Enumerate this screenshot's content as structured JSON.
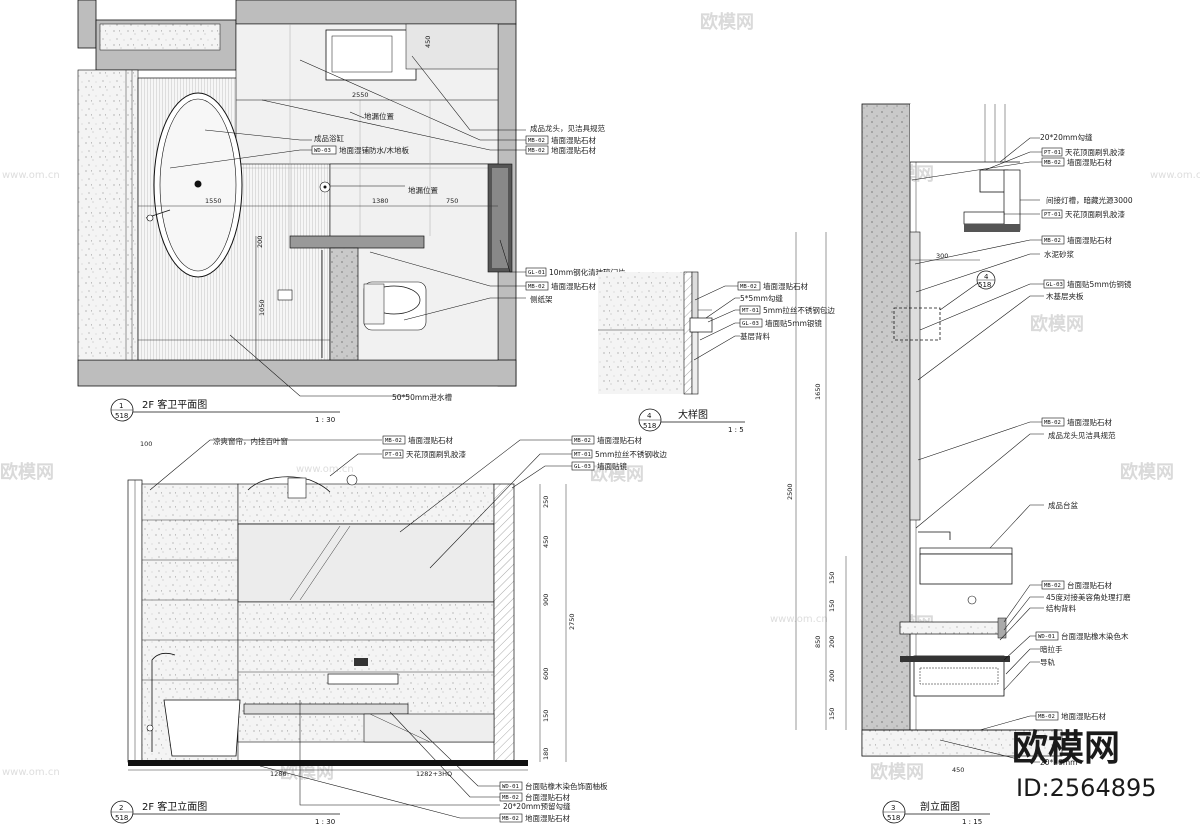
{
  "watermark": {
    "brand": "欧模网",
    "url": "www.om.cn",
    "brand_large": "欧模网",
    "id_label": "ID:2564895"
  },
  "plan": {
    "title": "2F 客卫平面图",
    "scale": "1 : 30",
    "number": "1",
    "sheet": "518",
    "dims": {
      "d1": "2550",
      "d2": "1550",
      "d3": "1380",
      "d4": "750",
      "d5": "200",
      "d6": "1050",
      "d7": "450"
    },
    "notes": [
      {
        "text": "成品龙头，见洁具规范",
        "code": ""
      },
      {
        "text": "墙面湿贴石材",
        "code": "MB-02"
      },
      {
        "text": "地面湿贴石材",
        "code": "MB-02"
      },
      {
        "text": "地漏位置",
        "code": ""
      },
      {
        "text": "成品浴缸",
        "code": ""
      },
      {
        "text": "地面湿铺防水/木地板",
        "code": "WD-03"
      },
      {
        "text": "地漏位置",
        "code": ""
      },
      {
        "text": "10mm钢化清玻璃门片",
        "code": "GL-01"
      },
      {
        "text": "墙面湿贴石材",
        "code": "MB-02"
      },
      {
        "text": "侧纸架",
        "code": ""
      },
      {
        "text": "50*50mm泄水槽",
        "code": ""
      }
    ]
  },
  "elevation": {
    "title": "2F 客卫立面图",
    "scale": "1 : 30",
    "number": "2",
    "sheet": "518",
    "dims": {
      "d1": "100",
      "d2": "250",
      "d3": "450",
      "d4": "900",
      "d5": "600",
      "d6": "2750",
      "d7": "150",
      "d8": "180",
      "b1": "1286",
      "b2": "1282+3HQ"
    },
    "notes": [
      {
        "text": "凉爽窗帘，内挂百叶窗",
        "code": ""
      },
      {
        "text": "墙面湿贴石材",
        "code": "MB-02"
      },
      {
        "text": "天花顶面刷乳胶漆",
        "code": "PT-01"
      },
      {
        "text": "墙面湿贴石材",
        "code": "MB-02"
      },
      {
        "text": "5mm拉丝不锈钢收边",
        "code": "MT-01"
      },
      {
        "text": "墙面贴镜",
        "code": "GL-03"
      }
    ],
    "bottom_notes": [
      {
        "text": "台面贴橡木染色饰面柚板",
        "code": "WD-01"
      },
      {
        "text": "台面湿贴石材",
        "code": "MB-02"
      },
      {
        "text": "20*20mm预留勾缝",
        "code": ""
      },
      {
        "text": "地面湿贴石材",
        "code": "MB-02"
      }
    ]
  },
  "detail": {
    "title": "大样图",
    "scale": "1 : 5",
    "number": "4",
    "sheet": "518",
    "notes": [
      {
        "text": "墙面湿贴石材",
        "code": "MB-02"
      },
      {
        "text": "5*5mm勾缝",
        "code": ""
      },
      {
        "text": "5mm拉丝不锈钢包边",
        "code": "MT-01"
      },
      {
        "text": "墙面贴5mm银镜",
        "code": "GL-03"
      },
      {
        "text": "基层背料",
        "code": ""
      }
    ]
  },
  "section": {
    "title": "剖立面图",
    "scale": "1 : 15",
    "number": "3",
    "sheet": "518",
    "dims": {
      "d1": "300",
      "d2": "1650",
      "d3": "2500",
      "d4": "150",
      "d5": "150",
      "d6": "850",
      "d7": "200",
      "d8": "200",
      "d9": "150",
      "d10": "450"
    },
    "callout": {
      "number": "4",
      "sheet": "518"
    },
    "notes": [
      {
        "text": "20*20mm勾缝",
        "code": ""
      },
      {
        "text": "天花顶面刷乳胶漆",
        "code": "PT-01"
      },
      {
        "text": "墙面湿贴石材",
        "code": "MB-02"
      },
      {
        "text": "间接灯槽，暗藏光源3000",
        "code": ""
      },
      {
        "text": "天花顶面刷乳胶漆",
        "code": "PT-01"
      },
      {
        "text": "墙面湿贴石材",
        "code": "MB-02"
      },
      {
        "text": "水泥砂浆",
        "code": ""
      },
      {
        "text": "墙面贴5mm仿铜镜",
        "code": "GL-03"
      },
      {
        "text": "木基层夹板",
        "code": ""
      },
      {
        "text": "墙面湿贴石材",
        "code": "MB-02"
      },
      {
        "text": "成品龙头见洁具规范",
        "code": ""
      },
      {
        "text": "成品台盆",
        "code": ""
      },
      {
        "text": "台面湿贴石材",
        "code": "MB-02"
      },
      {
        "text": "45度对接美容角处理打磨",
        "code": ""
      },
      {
        "text": "结构背料",
        "code": ""
      },
      {
        "text": "台面湿贴橡木染色木",
        "code": "WD-01"
      },
      {
        "text": "暗拉手",
        "code": ""
      },
      {
        "text": "导轨",
        "code": ""
      },
      {
        "text": "地面湿贴石材",
        "code": "MB-02"
      },
      {
        "text": "20*20mm",
        "code": ""
      }
    ]
  }
}
